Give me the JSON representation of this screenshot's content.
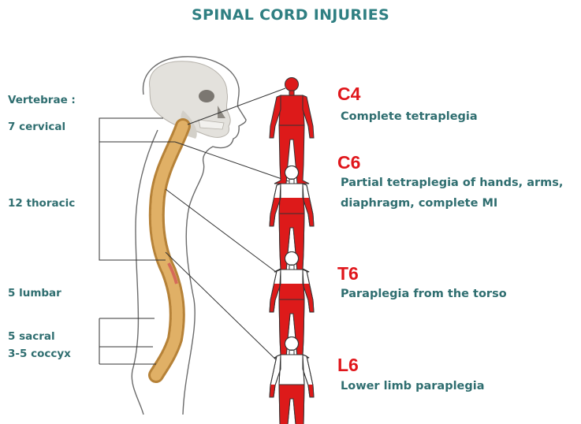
{
  "title": "SPINAL CORD INJURIES",
  "vertebrae": {
    "header": "Vertebrae :",
    "cervical": "7 cervical",
    "thoracic": "12 thoracic",
    "lumbar": "5 lumbar",
    "sacral": "5 sacral",
    "coccyx": "3-5 coccyx"
  },
  "injuries": [
    {
      "level": "C4",
      "description": [
        "Complete tetraplegia"
      ]
    },
    {
      "level": "C6",
      "description": [
        "Partial tetraplegia of hands, arms,",
        "diaphragm, complete MI"
      ]
    },
    {
      "level": "T6",
      "description": [
        "Paraplegia from the torso"
      ]
    },
    {
      "level": "L6",
      "description": [
        "Lower limb paraplegia"
      ]
    }
  ],
  "colors": {
    "title": "#2f7f82",
    "text": "#2f6e70",
    "level": "#e0161b",
    "paralysis_fill": "#dd1a1a",
    "spine": "#d8a24a"
  }
}
